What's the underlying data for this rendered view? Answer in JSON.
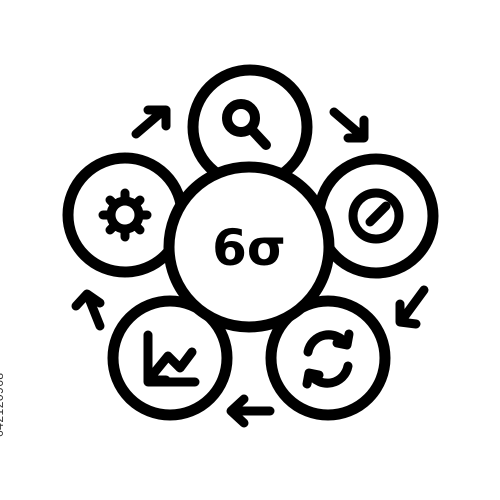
{
  "center_label": "6σ",
  "side_code": "642120968",
  "colors": {
    "stroke": "#000000",
    "background": "#ffffff"
  },
  "icons": {
    "center": "six-sigma-symbol",
    "top": "magnifier-icon",
    "right": "gauge-icon",
    "bottom_right": "refresh-cycle-icon",
    "bottom_left": "trend-down-icon",
    "left": "gear-icon",
    "arrows": [
      "arrow-up-right-icon",
      "arrow-down-right-icon",
      "arrow-down-left-icon",
      "arrow-left-icon",
      "arrow-up-icon"
    ]
  }
}
